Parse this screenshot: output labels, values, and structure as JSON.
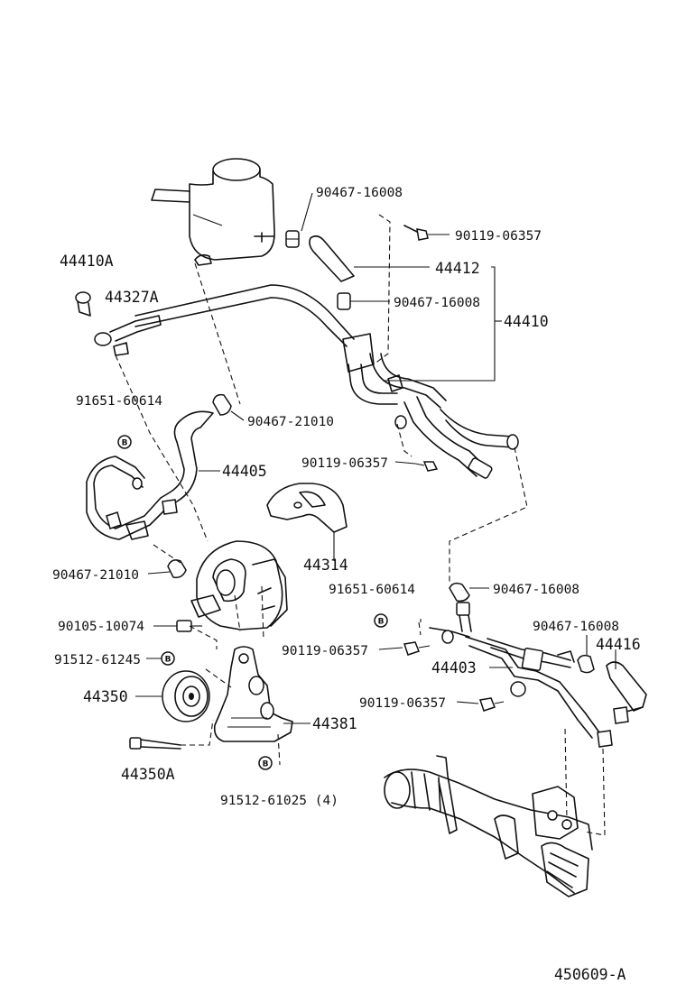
{
  "labels": {
    "p9046716008_top": "90467-16008",
    "p9011906357_top": "90119-06357",
    "p44410A": "44410A",
    "p44327A": "44327A",
    "p44412": "44412",
    "p9046716008_mid": "90467-16008",
    "p44410": "44410",
    "p9165160614_left": "91651-60614",
    "p9046721010_top": "90467-21010",
    "p44405": "44405",
    "p9011906357_mid": "90119-06357",
    "p44314": "44314",
    "p9046721010_left": "90467-21010",
    "p9165160614_right": "91651-60614",
    "p9046716008_right": "90467-16008",
    "p9010510074": "90105-10074",
    "p9046716008_low": "90467-16008",
    "p44416": "44416",
    "p9011906357_low": "90119-06357",
    "p9151261245": "91512-61245",
    "p44403": "44403",
    "p44350": "44350",
    "p9011906357_bot": "90119-06357",
    "p44381": "44381",
    "p44350A": "44350A",
    "p9151261025": "91512-61025 (4)",
    "ref": "450609-A"
  },
  "badge": "B"
}
